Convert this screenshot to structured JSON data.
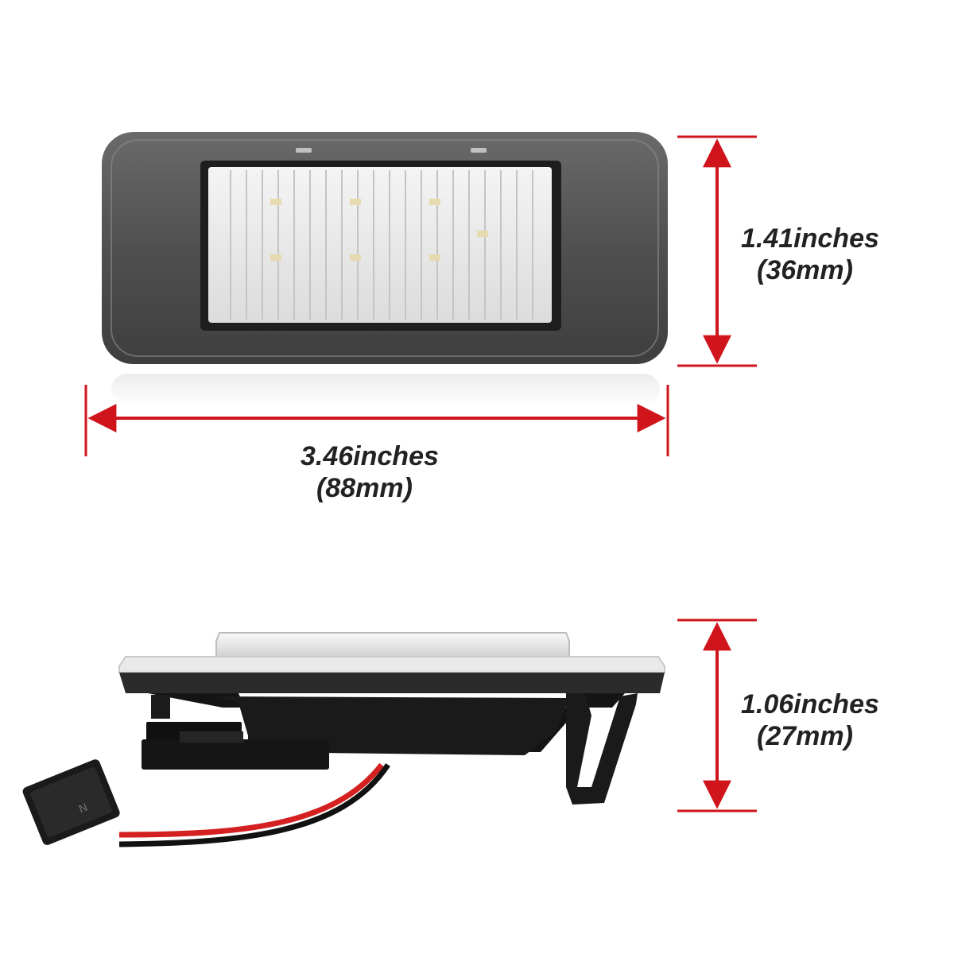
{
  "top_view": {
    "height_label": "1.41inches",
    "height_label_mm": "(36mm)",
    "width_label": "3.46inches",
    "width_label_mm": "(88mm)"
  },
  "side_view": {
    "depth_label": "1.06inches",
    "depth_label_mm": "(27mm)"
  },
  "colors": {
    "dimension_line": "#d0141c",
    "housing": "#555555",
    "lens": "#ececec",
    "gasket": "#2a2a2a",
    "wire_red": "#d42020",
    "wire_black": "#111111"
  }
}
